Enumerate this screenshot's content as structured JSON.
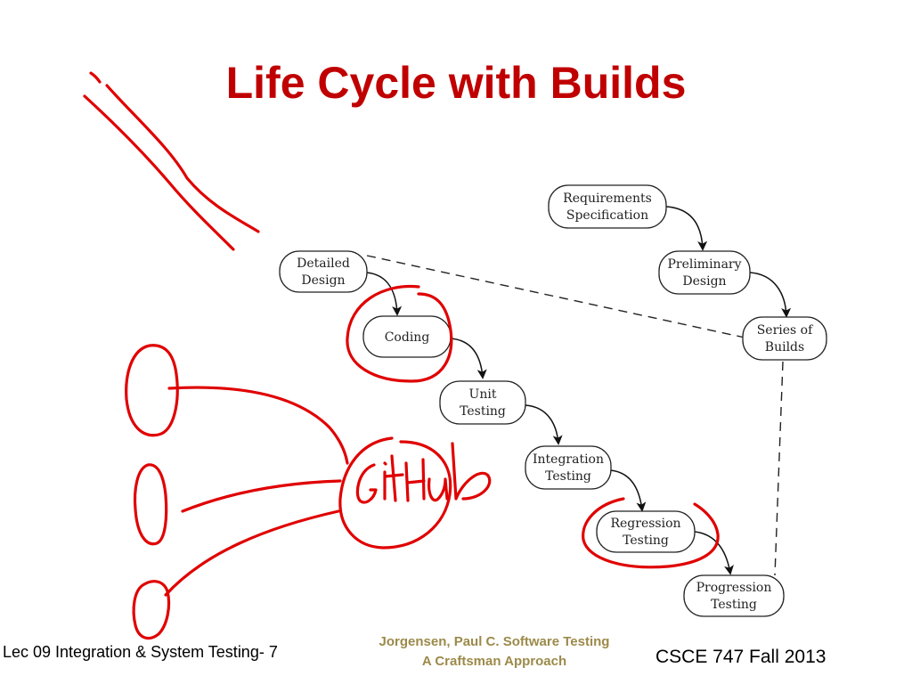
{
  "slide": {
    "title": "Life Cycle with Builds"
  },
  "diagram": {
    "nodes": {
      "requirements": [
        "Requirements",
        "Specification"
      ],
      "preliminary": [
        "Preliminary",
        "Design"
      ],
      "series": [
        "Series of",
        "Builds"
      ],
      "detailed": [
        "Detailed",
        "Design"
      ],
      "coding": [
        "Coding"
      ],
      "unit": [
        "Unit",
        "Testing"
      ],
      "integration": [
        "Integration",
        "Testing"
      ],
      "regression": [
        "Regression",
        "Testing"
      ],
      "progression": [
        "Progression",
        "Testing"
      ]
    },
    "annotation_color": "#e00000"
  },
  "footer": {
    "left": "Lec 09 Integration & System Testing- 7",
    "center_line1": "Jorgensen, Paul C. Software Testing",
    "center_line2": "A Craftsman Approach",
    "right": "CSCE 747 Fall 2013"
  }
}
